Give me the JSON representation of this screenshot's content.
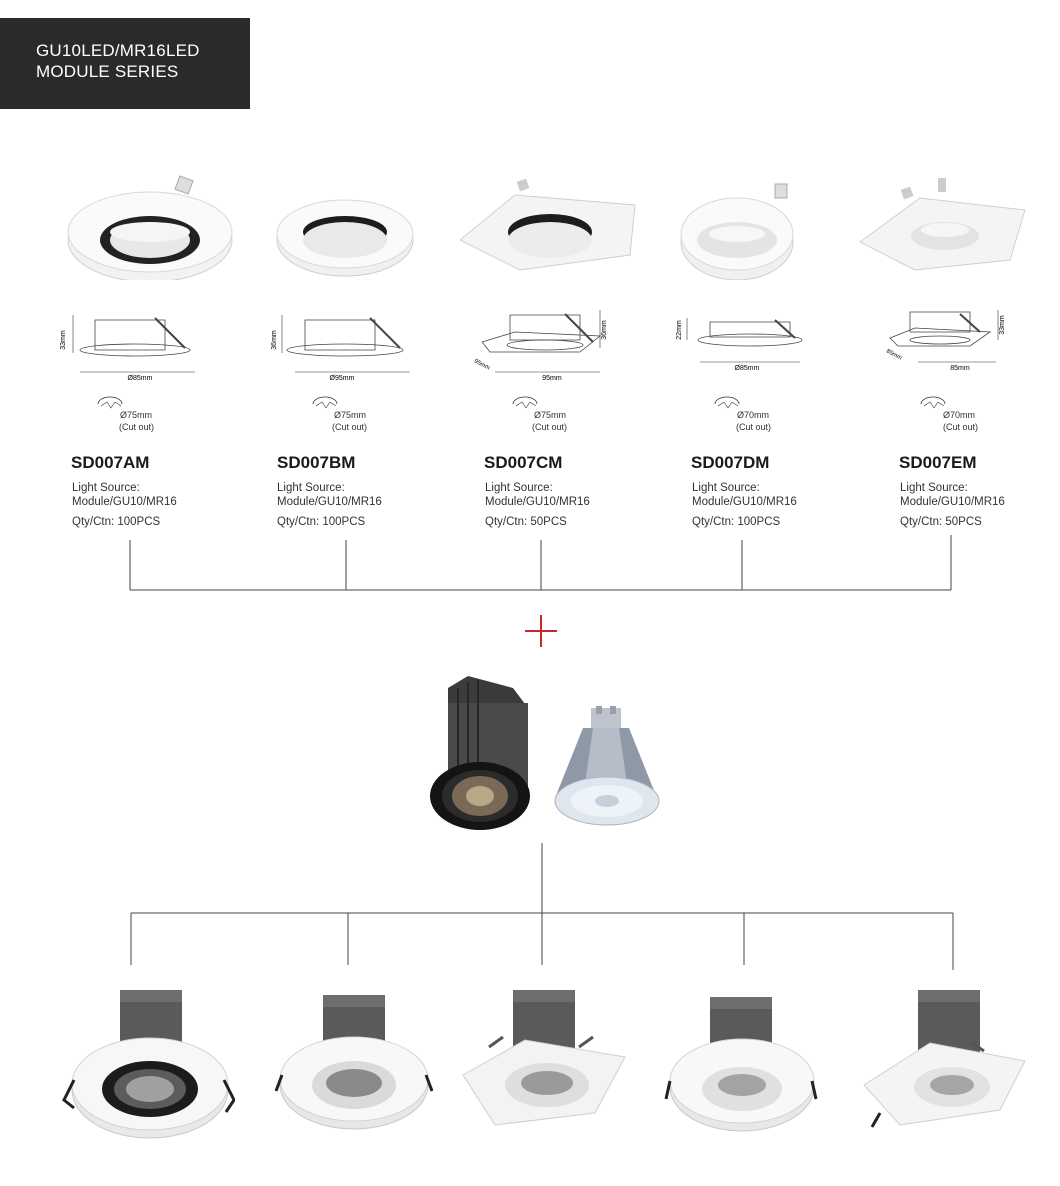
{
  "header": {
    "line1": "GU10LED/MR16LED",
    "line2": "MODULE  SERIES"
  },
  "products": [
    {
      "code": "SD007AM",
      "light_source_label": "Light Source:",
      "light_source": "Module/GU10/MR16",
      "qty": "Qty/Ctn: 100PCS",
      "height": "33mm",
      "width": "Ø85mm",
      "cutout": "Ø75mm",
      "cutout_note": "(Cut out)"
    },
    {
      "code": "SD007BM",
      "light_source_label": "Light Source:",
      "light_source": "Module/GU10/MR16",
      "qty": "Qty/Ctn: 100PCS",
      "height": "36mm",
      "width": "Ø95mm",
      "cutout": "Ø75mm",
      "cutout_note": "(Cut out)"
    },
    {
      "code": "SD007CM",
      "light_source_label": "Light Source:",
      "light_source": "Module/GU10/MR16",
      "qty": "Qty/Ctn: 50PCS",
      "height": "36mm",
      "width": "95mm",
      "side": "95mm",
      "cutout": "Ø75mm",
      "cutout_note": "(Cut out)"
    },
    {
      "code": "SD007DM",
      "light_source_label": "Light Source:",
      "light_source": "Module/GU10/MR16",
      "qty": "Qty/Ctn: 100PCS",
      "height": "22mm",
      "width": "Ø85mm",
      "cutout": "Ø70mm",
      "cutout_note": "(Cut out)"
    },
    {
      "code": "SD007EM",
      "light_source_label": "Light Source:",
      "light_source": "Module/GU10/MR16",
      "qty": "Qty/Ctn: 50PCS",
      "height": "33mm",
      "width": "85mm",
      "side": "85mm",
      "cutout": "Ø70mm",
      "cutout_note": "(Cut out)"
    }
  ],
  "colors": {
    "header_bg": "#2a2a2a",
    "plus": "#c62828",
    "line": "#444444"
  }
}
